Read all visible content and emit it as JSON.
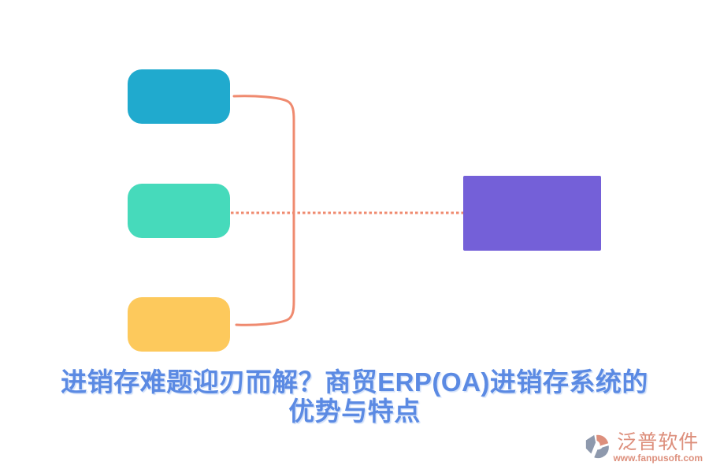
{
  "title": {
    "line1": "进销存难题迎刃而解？商贸ERP(OA)进销存系统的",
    "line2": "优势与特点",
    "color": "#5B8AE3"
  },
  "diagram": {
    "connector_color": "#EF8A6F",
    "nodes": [
      {
        "id": "branch-top",
        "label": "",
        "color": "#20AACE"
      },
      {
        "id": "branch-middle",
        "label": "",
        "color": "#46DABB"
      },
      {
        "id": "branch-bottom",
        "label": "",
        "color": "#FDC95C"
      },
      {
        "id": "root",
        "label": "",
        "color": "#7460D8"
      }
    ]
  },
  "logo": {
    "name": "泛普软件",
    "url": "www.fanpusoft.com",
    "text_color": "#DD8F7C",
    "icon_gray": "#8E99AD",
    "icon_salmon": "#DD8F7C"
  }
}
